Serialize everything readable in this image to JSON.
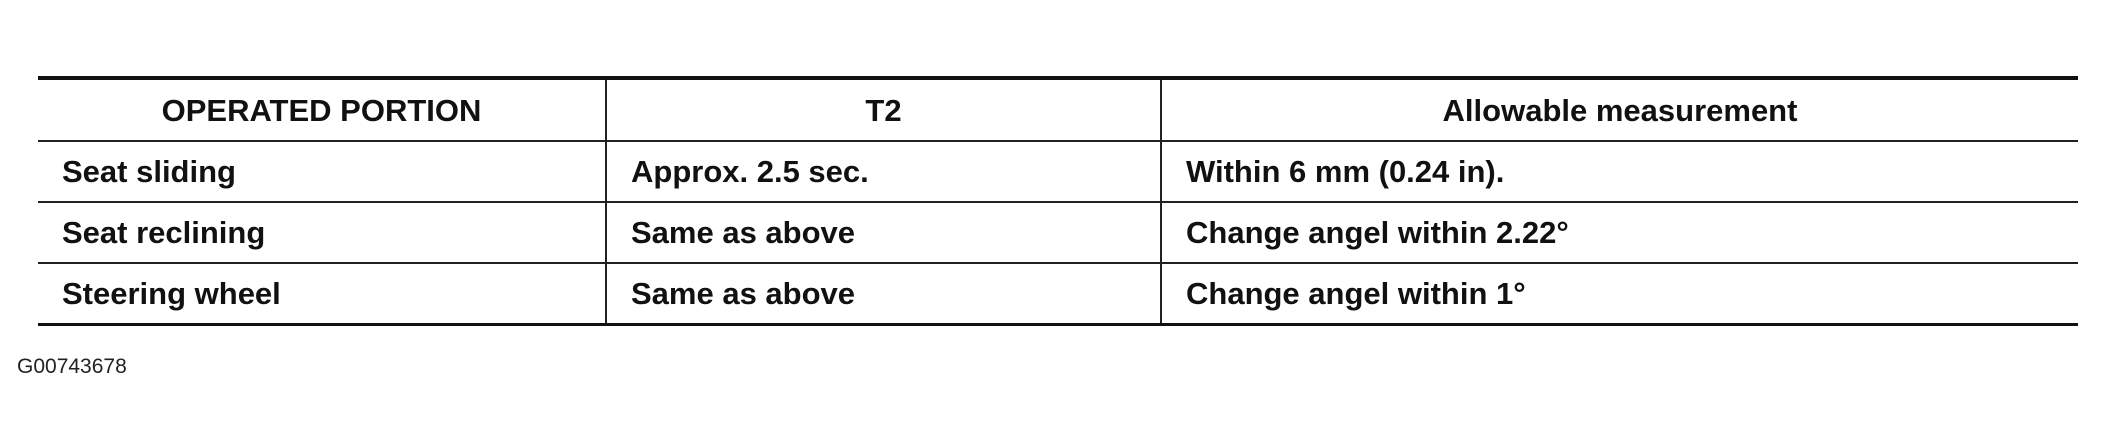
{
  "table": {
    "headers": [
      "OPERATED PORTION",
      "T2",
      "Allowable measurement"
    ],
    "rows": [
      [
        "Seat sliding",
        "Approx. 2.5 sec.",
        "Within 6 mm (0.24 in)."
      ],
      [
        "Seat reclining",
        "Same as above",
        "Change angel within 2.22°"
      ],
      [
        "Steering wheel",
        "Same as above",
        "Change angel within 1°"
      ]
    ]
  },
  "figure_id": "G00743678"
}
